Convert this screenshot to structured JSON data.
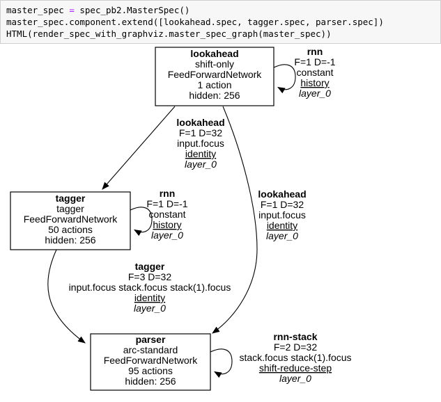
{
  "code_cell": {
    "line1": {
      "lhs": "master_spec ",
      "op": "=",
      "rhs": " spec_pb2.MasterSpec()"
    },
    "line2": "master_spec.component.extend([lookahead.spec, tagger.spec, parser.spec])",
    "line3": "HTML(render_spec_with_graphviz.master_spec_graph(master_spec))"
  },
  "colors": {
    "operator": "#AA22FF",
    "cell_background": "#f7f7f7",
    "cell_border": "#cfcfcf",
    "ink": "#000000"
  },
  "diagram": {
    "nodes": [
      {
        "name": "lookahead",
        "subtitle": "shift-only",
        "network": "FeedForwardNetwork",
        "actions": "1 action",
        "hidden": "hidden: 256"
      },
      {
        "name": "tagger",
        "subtitle": "tagger",
        "network": "FeedForwardNetwork",
        "actions": "50 actions",
        "hidden": "hidden: 256"
      },
      {
        "name": "parser",
        "subtitle": "arc-standard",
        "network": "FeedForwardNetwork",
        "actions": "95 actions",
        "hidden": "hidden: 256"
      }
    ],
    "edge_labels": [
      {
        "title": "rnn",
        "feature": "F=1 D=-1",
        "inputs": "constant",
        "link": "history",
        "layer": "layer_0"
      },
      {
        "title": "lookahead",
        "feature": "F=1 D=32",
        "inputs": "input.focus",
        "link": "identity",
        "layer": "layer_0"
      },
      {
        "title": "rnn",
        "feature": "F=1 D=-1",
        "inputs": "constant",
        "link": "history",
        "layer": "layer_0"
      },
      {
        "title": "lookahead",
        "feature": "F=1 D=32",
        "inputs": "input.focus",
        "link": "identity",
        "layer": "layer_0"
      },
      {
        "title": "tagger",
        "feature": "F=3 D=32",
        "inputs": "input.focus stack.focus stack(1).focus",
        "link": "identity",
        "layer": "layer_0"
      },
      {
        "title": "rnn-stack",
        "feature": "F=2 D=32",
        "inputs": "stack.focus stack(1).focus",
        "link": "shift-reduce-step",
        "layer": "layer_0"
      }
    ]
  }
}
